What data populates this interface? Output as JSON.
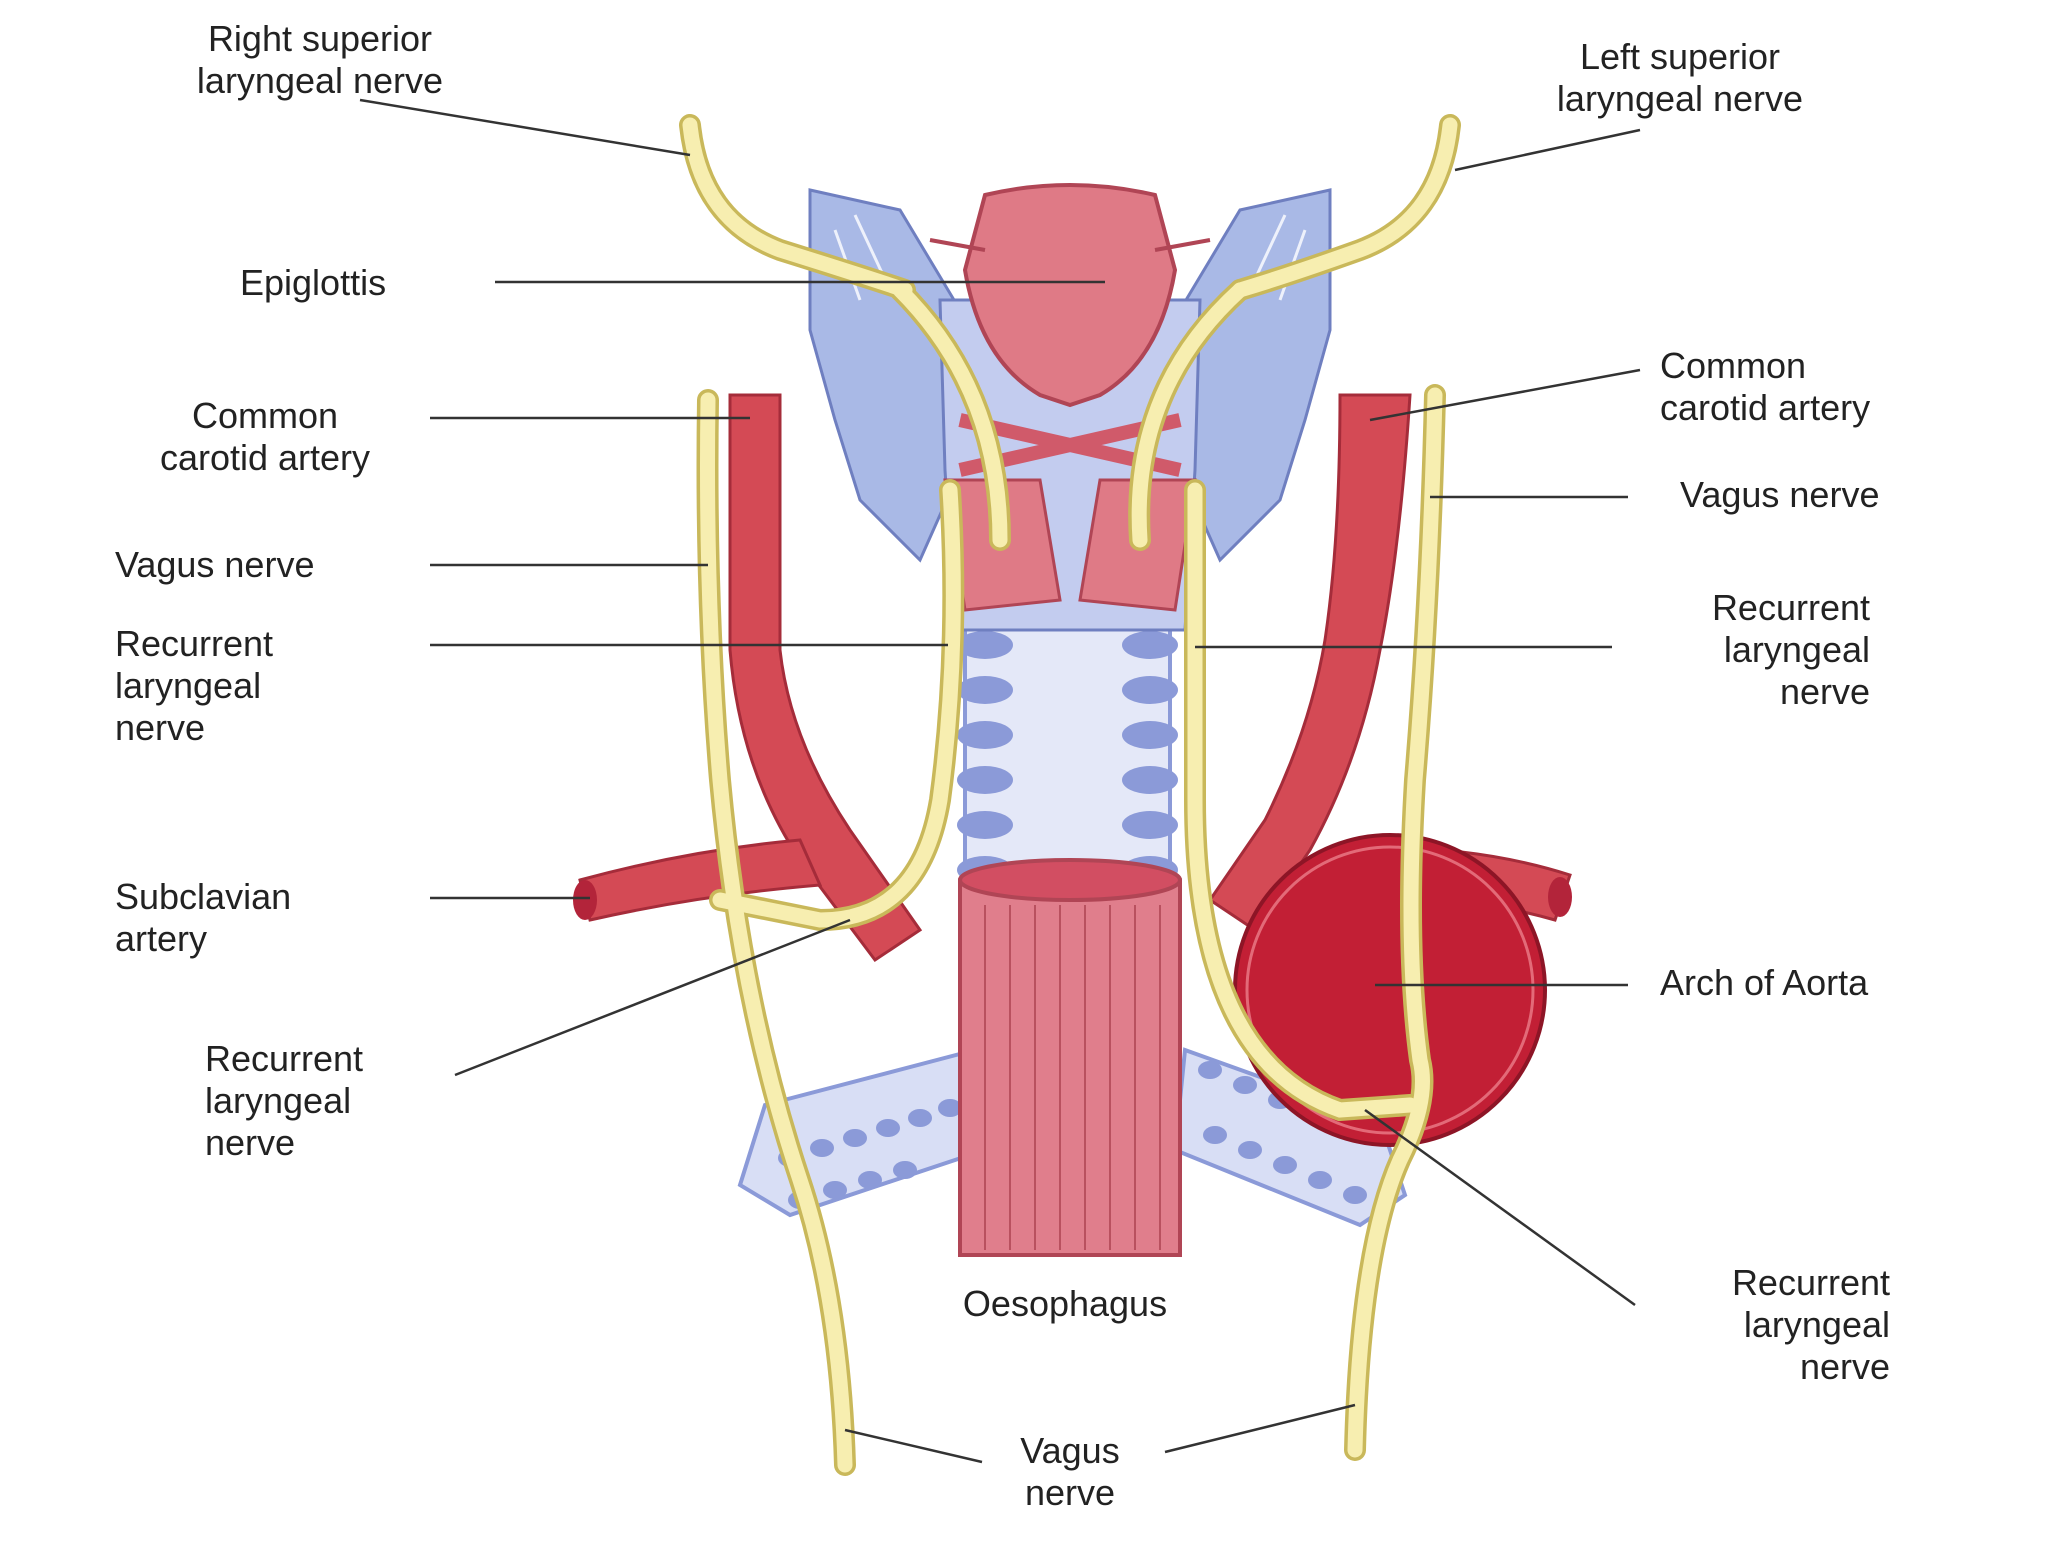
{
  "labels": {
    "right_superior_laryngeal": "Right superior\nlaryngeal nerve",
    "left_superior_laryngeal": "Left superior\nlaryngeal nerve",
    "epiglottis": "Epiglottis",
    "common_carotid_left_side": "Common\ncarotid artery",
    "common_carotid_right_side": "Common\ncarotid artery",
    "vagus_left_side": "Vagus nerve",
    "vagus_right_side": "Vagus nerve",
    "recurrent_upper_left": "Recurrent\nlaryngeal\nnerve",
    "recurrent_upper_right": "Recurrent\nlaryngeal\nnerve",
    "subclavian": "Subclavian\nartery",
    "arch_of_aorta": "Arch of Aorta",
    "recurrent_lower_left": "Recurrent\nlaryngeal\nnerve",
    "recurrent_lower_right": "Recurrent\nlaryngeal\nnerve",
    "oesophagus": "Oesophagus",
    "vagus_bottom": "Vagus\nnerve"
  },
  "colors": {
    "nerve_fill": "#f7eeb0",
    "nerve_stroke": "#c9b85a",
    "artery": "#d44a55",
    "artery_dark": "#b3243a",
    "aorta": "#c21f35",
    "cartilage_blue": "#a9b9e6",
    "cartilage_light": "#d8def5",
    "trachea_ring": "#8b9ad8",
    "larynx_pink": "#df7a86",
    "oesophagus": "#e07e8c",
    "leader_line": "#333333"
  }
}
